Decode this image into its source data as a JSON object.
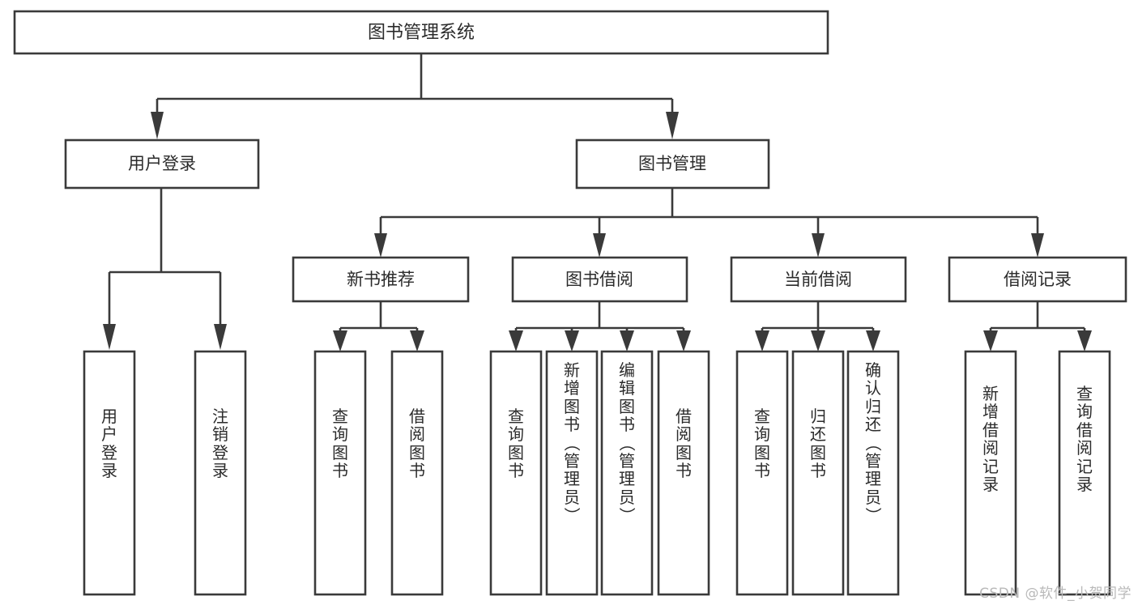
{
  "diagram": {
    "type": "tree-hierarchy-flowchart",
    "title": "图书管理系统",
    "orientation": "top-down",
    "root": {
      "id": "root",
      "label": "图书管理系统",
      "text_orientation": "horizontal"
    },
    "level2": [
      {
        "id": "user-login",
        "label": "用户登录",
        "text_orientation": "horizontal"
      },
      {
        "id": "book-management",
        "label": "图书管理",
        "text_orientation": "horizontal"
      }
    ],
    "level3": [
      {
        "id": "new-book-recommend",
        "label": "新书推荐",
        "parent": "book-management",
        "text_orientation": "horizontal"
      },
      {
        "id": "book-borrow",
        "label": "图书借阅",
        "parent": "book-management",
        "text_orientation": "horizontal"
      },
      {
        "id": "current-borrow",
        "label": "当前借阅",
        "parent": "book-management",
        "text_orientation": "horizontal"
      },
      {
        "id": "borrow-record",
        "label": "借阅记录",
        "parent": "book-management",
        "text_orientation": "horizontal"
      }
    ],
    "leaves": [
      {
        "id": "leaf-user-login",
        "label": "用户登录",
        "parent": "user-login",
        "text_orientation": "vertical"
      },
      {
        "id": "leaf-logout",
        "label": "注销登录",
        "parent": "user-login",
        "text_orientation": "vertical"
      },
      {
        "id": "leaf-query-book-1",
        "label": "查询图书",
        "parent": "new-book-recommend",
        "text_orientation": "vertical"
      },
      {
        "id": "leaf-borrow-book-1",
        "label": "借阅图书",
        "parent": "new-book-recommend",
        "text_orientation": "vertical"
      },
      {
        "id": "leaf-query-book-2",
        "label": "查询图书",
        "parent": "book-borrow",
        "text_orientation": "vertical"
      },
      {
        "id": "leaf-add-book",
        "label": "新增图书（管理员）",
        "parent": "book-borrow",
        "text_orientation": "vertical"
      },
      {
        "id": "leaf-edit-book",
        "label": "编辑图书（管理员）",
        "parent": "book-borrow",
        "text_orientation": "vertical"
      },
      {
        "id": "leaf-borrow-book-2",
        "label": "借阅图书",
        "parent": "book-borrow",
        "text_orientation": "vertical"
      },
      {
        "id": "leaf-query-book-3",
        "label": "查询图书",
        "parent": "current-borrow",
        "text_orientation": "vertical"
      },
      {
        "id": "leaf-return-book",
        "label": "归还图书",
        "parent": "current-borrow",
        "text_orientation": "vertical"
      },
      {
        "id": "leaf-confirm-return",
        "label": "确认归还（管理员）",
        "parent": "current-borrow",
        "text_orientation": "vertical"
      },
      {
        "id": "leaf-add-record",
        "label": "新增借阅记录",
        "parent": "borrow-record",
        "text_orientation": "vertical"
      },
      {
        "id": "leaf-query-record",
        "label": "查询借阅记录",
        "parent": "borrow-record",
        "text_orientation": "vertical"
      }
    ],
    "colors": {
      "box_fill": "#ffffff",
      "box_stroke": "#3a3a3a",
      "text": "#2b2b2b",
      "background": "#ffffff",
      "watermark": "#b9b9b9"
    }
  },
  "watermark": {
    "text": "CSDN @软件_小贺同学"
  }
}
